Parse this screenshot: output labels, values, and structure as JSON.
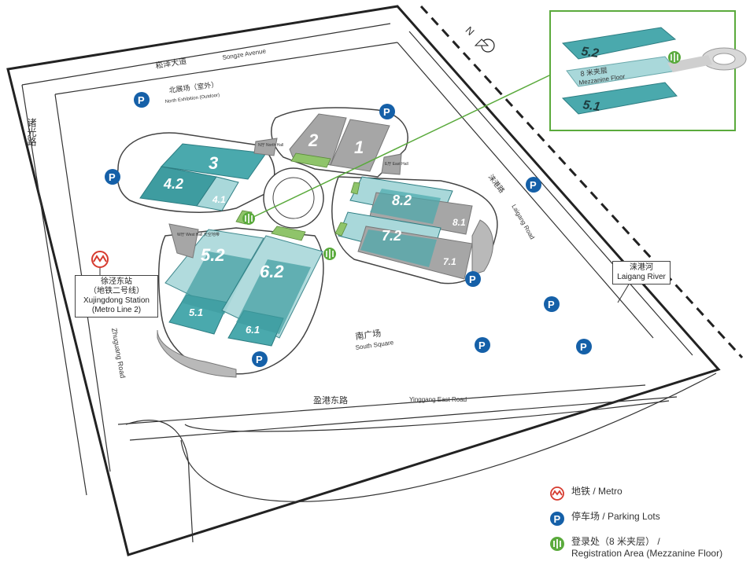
{
  "compass": {
    "north_label": "N"
  },
  "roads": {
    "songze_cn": "崧泽大道",
    "songze_en": "Songze Avenue",
    "zhuguang_cn": "诸光路",
    "zhuguang_en": "Zhuguang Road",
    "laigang_cn": "涞港路",
    "laigang_en": "Laigang Road",
    "yinggang_cn": "盈港东路",
    "yinggang_en": "Yinggang East Road"
  },
  "areas": {
    "north_exhibition_cn": "北展场（室外）",
    "north_exhibition_en": "North Exhibition (Outdoor)",
    "south_square_cn": "南广场",
    "south_square_en": "South Square"
  },
  "halls": {
    "h1": "1",
    "h2": "2",
    "h3": "3",
    "h4_2": "4.2",
    "h4_1": "4.1",
    "h5_2": "5.2",
    "h5_1": "5.1",
    "h6_2": "6.2",
    "h6_1": "6.1",
    "h7_2": "7.2",
    "h7_1": "7.1",
    "h8_2": "8.2",
    "h8_1": "8.1",
    "n_hall": "N厅 North Hall",
    "e_hall": "E厅 East Hall",
    "w_hall": "W厅 West Hall 天空地带"
  },
  "metro_station": {
    "line1": "徐泾东站",
    "line2": "（地铁二号线）",
    "line3": "Xujingdong Station",
    "line4": "(Metro Line 2)"
  },
  "river": {
    "cn": "涞港河",
    "en": "Laigang River"
  },
  "inset": {
    "upper": "5.2",
    "mezz_cn": "8 米夹层",
    "mezz_en": "Mezzanine Floor",
    "lower": "5.1"
  },
  "legend": {
    "metro": "地铁 / Metro",
    "parking": "停车场 / Parking Lots",
    "registration_line1": "登录处（8 米夹层） /",
    "registration_line2": "Registration Area (Mezzanine Floor)"
  },
  "icons": {
    "parking_symbol": "P",
    "metro_color": "#d63b2f",
    "parking_color": "#1560a8",
    "registration_color": "#5aaa3c"
  },
  "colors": {
    "hall_teal": "#4aa9ad",
    "hall_light": "#a9d8da",
    "hall_gray": "#a6a6a6",
    "accent_green": "#5aaa3c",
    "inset_border": "#5aaa3c"
  }
}
